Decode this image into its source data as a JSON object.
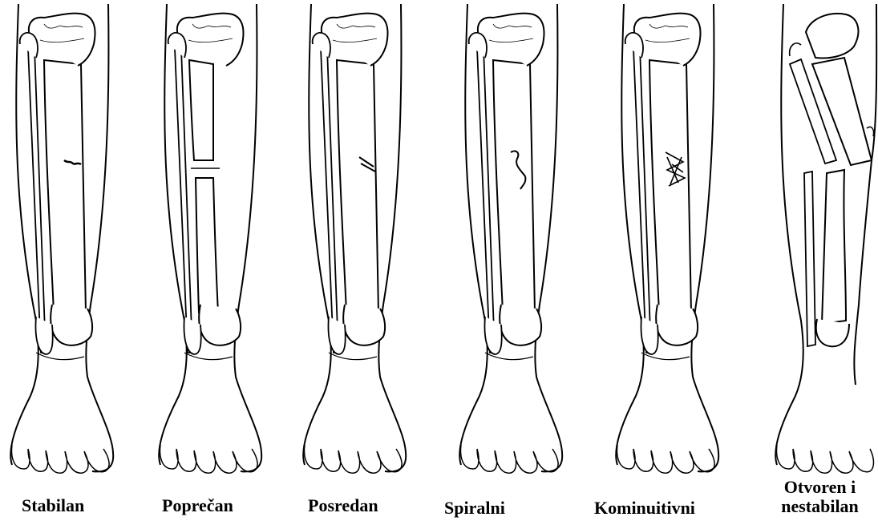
{
  "figure": {
    "panels": [
      {
        "id": "stabilan",
        "label": "Stabilan"
      },
      {
        "id": "poprecan",
        "label": "Poprečan"
      },
      {
        "id": "posredan",
        "label": "Posredan"
      },
      {
        "id": "spiralni",
        "label": "Spiralni"
      },
      {
        "id": "kominuitivni",
        "label": "Kominuitivni"
      },
      {
        "id": "otvoren",
        "label_line1": "Otvoren i",
        "label_line2": "nestabilan"
      }
    ],
    "colors": {
      "outline": "#000000",
      "fill": "#ffffff"
    }
  }
}
